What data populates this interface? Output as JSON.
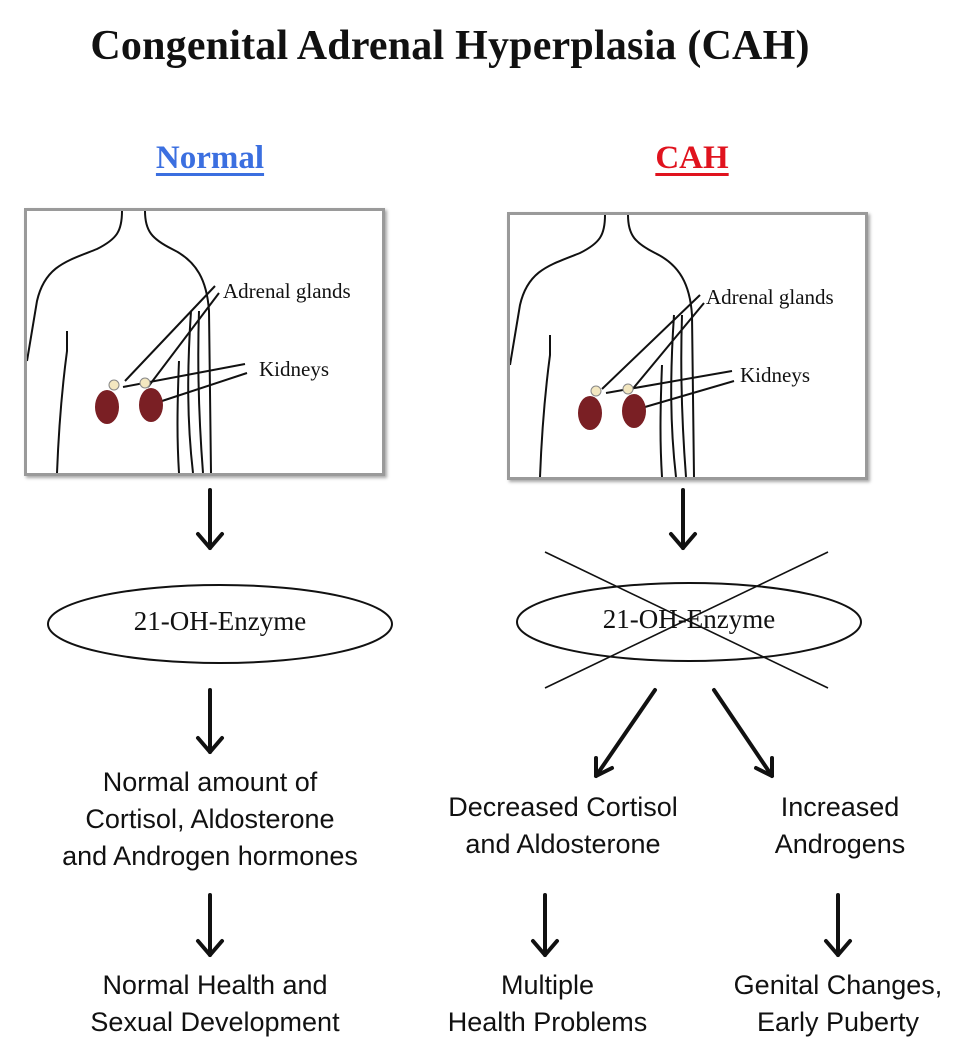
{
  "title": "Congenital Adrenal Hyperplasia (CAH)",
  "colors": {
    "normal_heading": "#3b6fe0",
    "cah_heading": "#e0131e",
    "kidney": "#7a1f24",
    "panel_border": "#9a9a9a"
  },
  "normal": {
    "heading": "Normal",
    "panel": {
      "adrenal_label": "Adrenal glands",
      "kidneys_label": "Kidneys"
    },
    "enzyme": "21-OH-Enzyme",
    "result": [
      "Normal amount of",
      "Cortisol, Aldosterone",
      "and Androgen hormones"
    ],
    "outcome": [
      "Normal Health and",
      "Sexual Development"
    ]
  },
  "cah": {
    "heading": "CAH",
    "panel": {
      "adrenal_label": "Adrenal glands",
      "kidneys_label": "Kidneys"
    },
    "enzyme": "21-OH-Enzyme",
    "left_result": [
      "Decreased Cortisol",
      "and Aldosterone"
    ],
    "right_result": [
      "Increased",
      "Androgens"
    ],
    "left_outcome": [
      "Multiple",
      "Health Problems"
    ],
    "right_outcome": [
      "Genital Changes,",
      "Early Puberty"
    ]
  }
}
